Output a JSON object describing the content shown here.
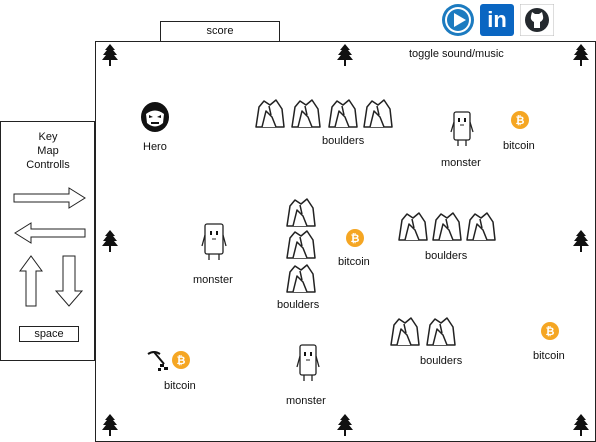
{
  "score": {
    "label": "score"
  },
  "toolbar": {
    "sound_label": "toggle sound/music"
  },
  "social": [
    {
      "name": "play-icon",
      "color": "#1c7bc0"
    },
    {
      "name": "linkedin-icon",
      "color": "#0a66c2",
      "text": "in"
    },
    {
      "name": "github-icon",
      "color": "#24292e"
    }
  ],
  "key_panel": {
    "title_lines": [
      "Key",
      "Map",
      "Controlls"
    ],
    "space_label": "space"
  },
  "map": {
    "hero_label": "Hero",
    "monster_label": "monster",
    "bitcoin_label": "bitcoin",
    "boulders_label": "boulders",
    "coin_color": "#f5a623"
  }
}
